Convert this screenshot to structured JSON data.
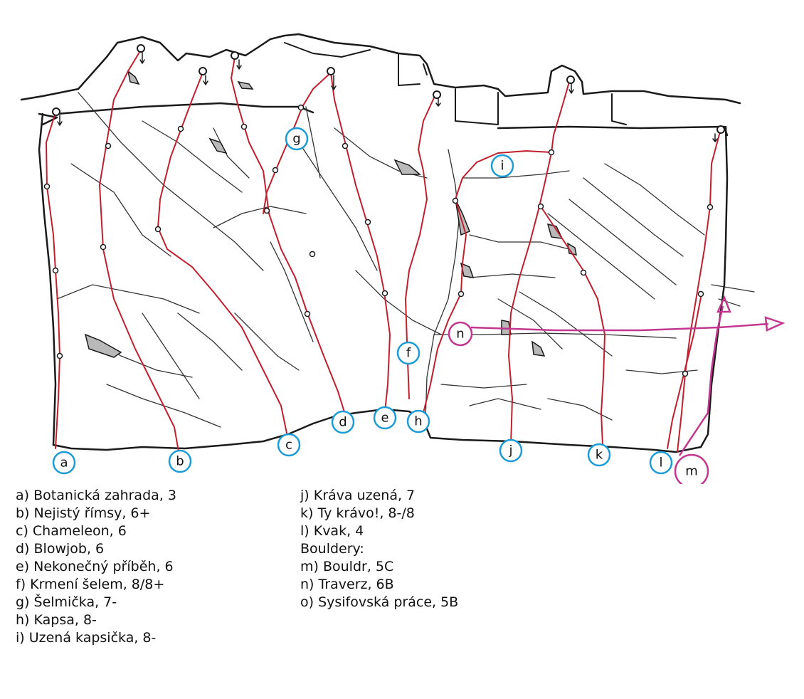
{
  "markers": {
    "a": "a",
    "b": "b",
    "c": "c",
    "d": "d",
    "e": "e",
    "f": "f",
    "g": "g",
    "h": "h",
    "i": "i",
    "j": "j",
    "k": "k",
    "l": "l",
    "m": "m",
    "n": "n"
  },
  "colors": {
    "route_line": "#c0202e",
    "route_marker": "#1c9bd7",
    "boulder": "#c2378f"
  },
  "legend": {
    "left": [
      "a) Botanická zahrada, 3",
      "b) Nejistý římsy, 6+",
      "c) Chameleon, 6",
      "d) Blowjob, 6",
      "e) Nekonečný příběh, 6",
      "f) Krmení šelem, 8/8+",
      "g) Šelmička, 7-",
      "h) Kapsa, 8-",
      "i) Uzená kapsička, 8-"
    ],
    "right": [
      "j) Kráva uzená, 7",
      "k) Ty krávo!, 8-/8",
      "l) Kvak, 4",
      "Bouldery:",
      "m) Bouldr, 5C",
      "n) Traverz, 6B",
      "o) Sysifovská práce, 5B"
    ]
  }
}
